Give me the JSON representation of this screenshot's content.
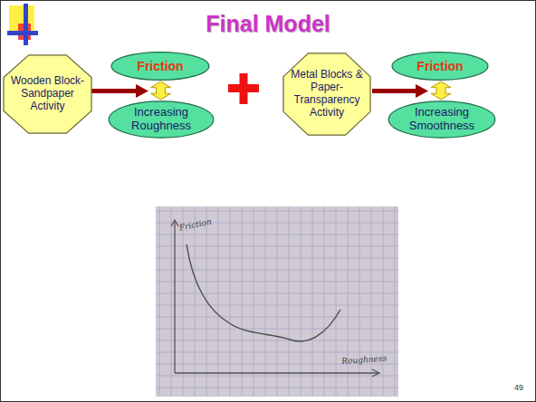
{
  "diagram": {
    "title": "Final Model",
    "nodes": [
      {
        "text": [
          "Wooden Block-Sandpaper Activity"
        ]
      },
      {
        "text": [
          "Friction"
        ]
      },
      {
        "text": [
          "Increasing Roughness"
        ]
      },
      {
        "text": [
          "Metal Blocks & Paper-Transparency Activity"
        ]
      },
      {
        "text": [
          "Friction"
        ]
      },
      {
        "text": [
          "Increasing Smoothness"
        ]
      }
    ],
    "edges": [
      {
        "from": 1,
        "to": 2,
        "arrow": "both"
      },
      {
        "from": 4,
        "to": 5,
        "arrow": "both"
      }
    ],
    "labels": [
      "Friction",
      "Roughness",
      "49"
    ]
  }
}
